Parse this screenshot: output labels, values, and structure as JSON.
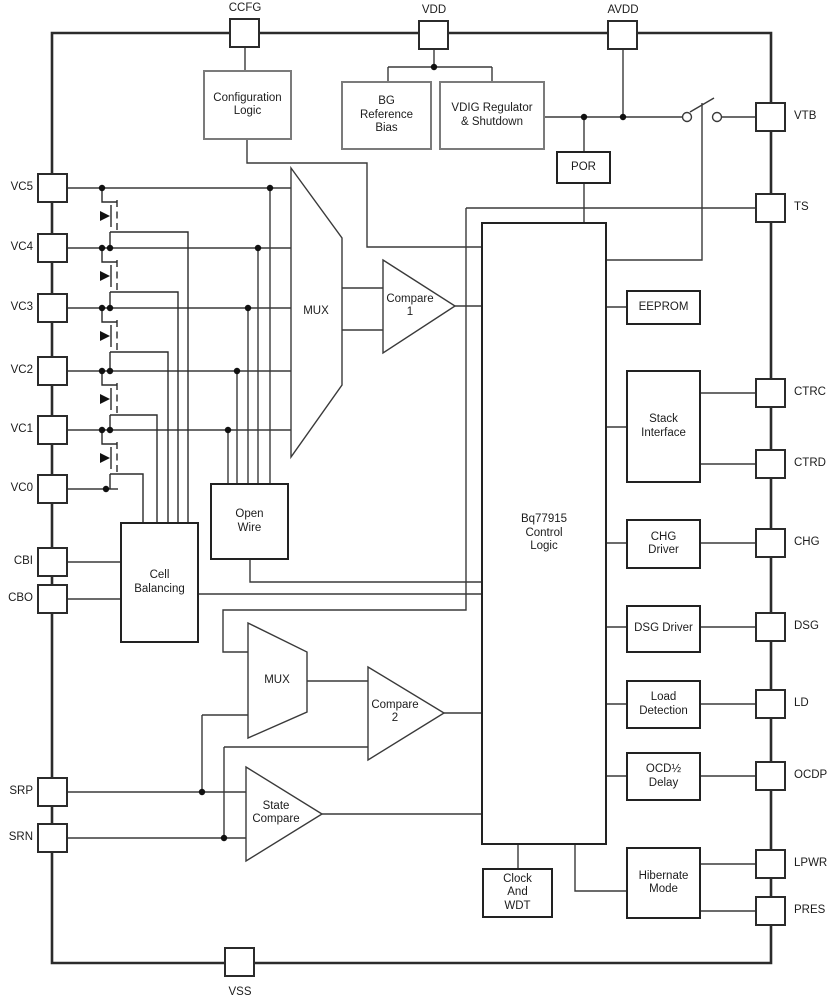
{
  "pins": {
    "top": [
      "CCFG",
      "VDD",
      "AVDD"
    ],
    "left": [
      "VC5",
      "VC4",
      "VC3",
      "VC2",
      "VC1",
      "VC0",
      "CBI",
      "CBO",
      "SRP",
      "SRN"
    ],
    "right": [
      "VTB",
      "TS",
      "CTRC",
      "CTRD",
      "CHG",
      "DSG",
      "LD",
      "OCDP",
      "LPWR",
      "PRES"
    ],
    "bottom": [
      "VSS"
    ]
  },
  "blocks": {
    "configuration_logic": "Configuration\nLogic",
    "bg_reference_bias": "BG\nReference\nBias",
    "vdig_regulator": "VDIG Regulator\n& Shutdown",
    "por": "POR",
    "eeprom": "EEPROM",
    "stack_interface": "Stack\nInterface",
    "chg_driver": "CHG\nDriver",
    "dsg_driver": "DSG Driver",
    "load_detection": "Load\nDetection",
    "ocd_delay": "OCD½\nDelay",
    "hibernate_mode": "Hibernate\nMode",
    "clock_wdt": "Clock\nAnd\nWDT",
    "control_logic": "Bq77915\nControl\nLogic",
    "cell_balancing": "Cell\nBalancing",
    "open_wire": "Open\nWire",
    "mux1": "MUX",
    "mux2": "MUX",
    "compare1": "Compare\n1",
    "compare2": "Compare\n2",
    "state_compare": "State\nCompare"
  },
  "colors": {
    "background": "#ffffff",
    "wire": "#3a3a3a",
    "block_border": "#222222",
    "gray_block_border": "#7b7b7b",
    "text": "#1c1c1c"
  }
}
